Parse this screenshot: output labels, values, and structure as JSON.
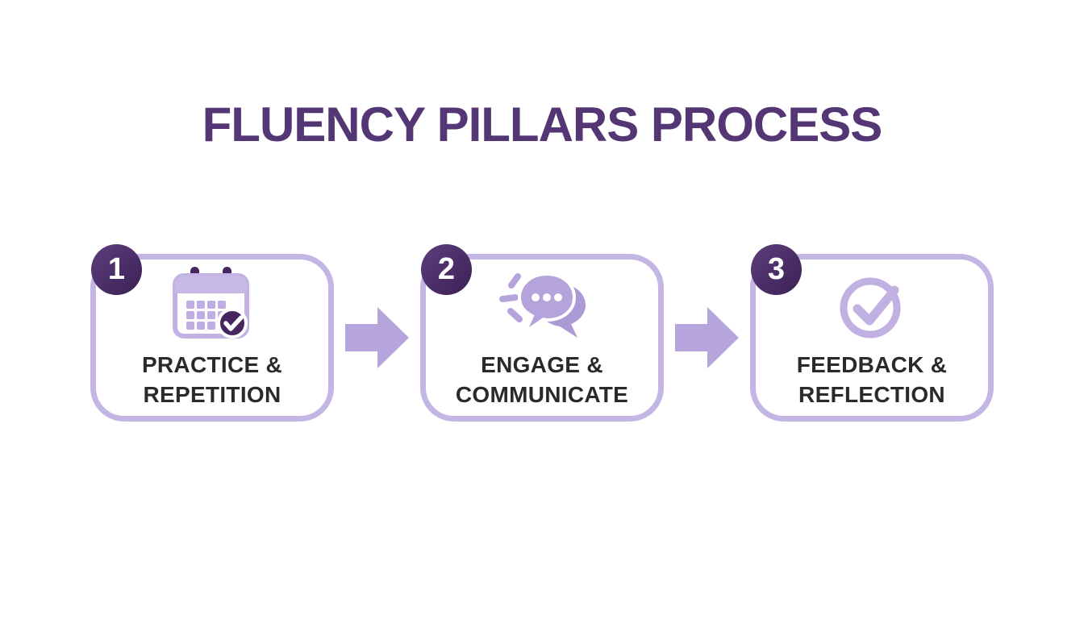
{
  "title": "FLUENCY PILLARS PROCESS",
  "steps": [
    {
      "number": "1",
      "label_line1": "PRACTICE &",
      "label_line2": "REPETITION",
      "icon": "calendar-check-icon"
    },
    {
      "number": "2",
      "label_line1": "ENGAGE &",
      "label_line2": "COMMUNICATE",
      "icon": "chat-bubbles-icon"
    },
    {
      "number": "3",
      "label_line1": "FEEDBACK &",
      "label_line2": "REFLECTION",
      "icon": "check-circle-icon"
    }
  ],
  "arrows": {
    "count": 2,
    "direction": "right"
  },
  "colors": {
    "background": "#ffffff",
    "title_text": "#543674",
    "badge_dark_purple": "#46265e",
    "card_border_lavender": "#c4b6e4",
    "icon_lavender": "#b5a4db",
    "label_text": "#2a2a2a"
  }
}
